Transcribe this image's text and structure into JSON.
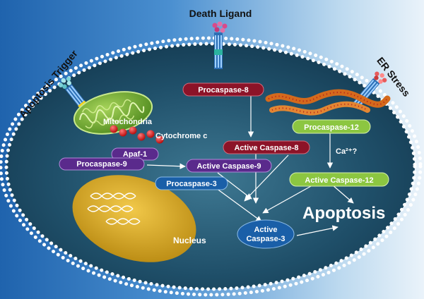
{
  "title": "",
  "labels": {
    "death_ligand": "Death Ligand",
    "apoptosis_trigger": "Apoptosis Trigger",
    "er_stress": "ER Stress",
    "mitochondria": "Mitochondria",
    "cytochrome_c": "Cytochrome c",
    "ca2": "Ca²⁺?",
    "apoptosis": "Apoptosis",
    "nucleus": "Nucleus"
  },
  "nodes": {
    "procaspase8": "Procaspase-8",
    "procaspase12": "Procaspase-12",
    "active_caspase8": "Active Caspase-8",
    "apaf1": "Apaf-1",
    "procaspase9": "Procaspase-9",
    "active_caspase9": "Active Caspase-9",
    "active_caspase12": "Active Caspase-12",
    "procaspase3": "Procaspase-3",
    "active_caspase3_line1": "Active",
    "active_caspase3_line2": "Caspase-3"
  },
  "colors": {
    "cytoplasm": "#1d4a66",
    "membrane_dot": "#ffffff",
    "pill_red": "#8c1328",
    "pill_purple": "#5a2a8c",
    "pill_green": "#8cc641",
    "pill_blue": "#1a5fa8",
    "mitochondria": "#7fb33a",
    "nucleus": "#d9a823",
    "er": "#d46a1c",
    "text": "#ffffff"
  }
}
